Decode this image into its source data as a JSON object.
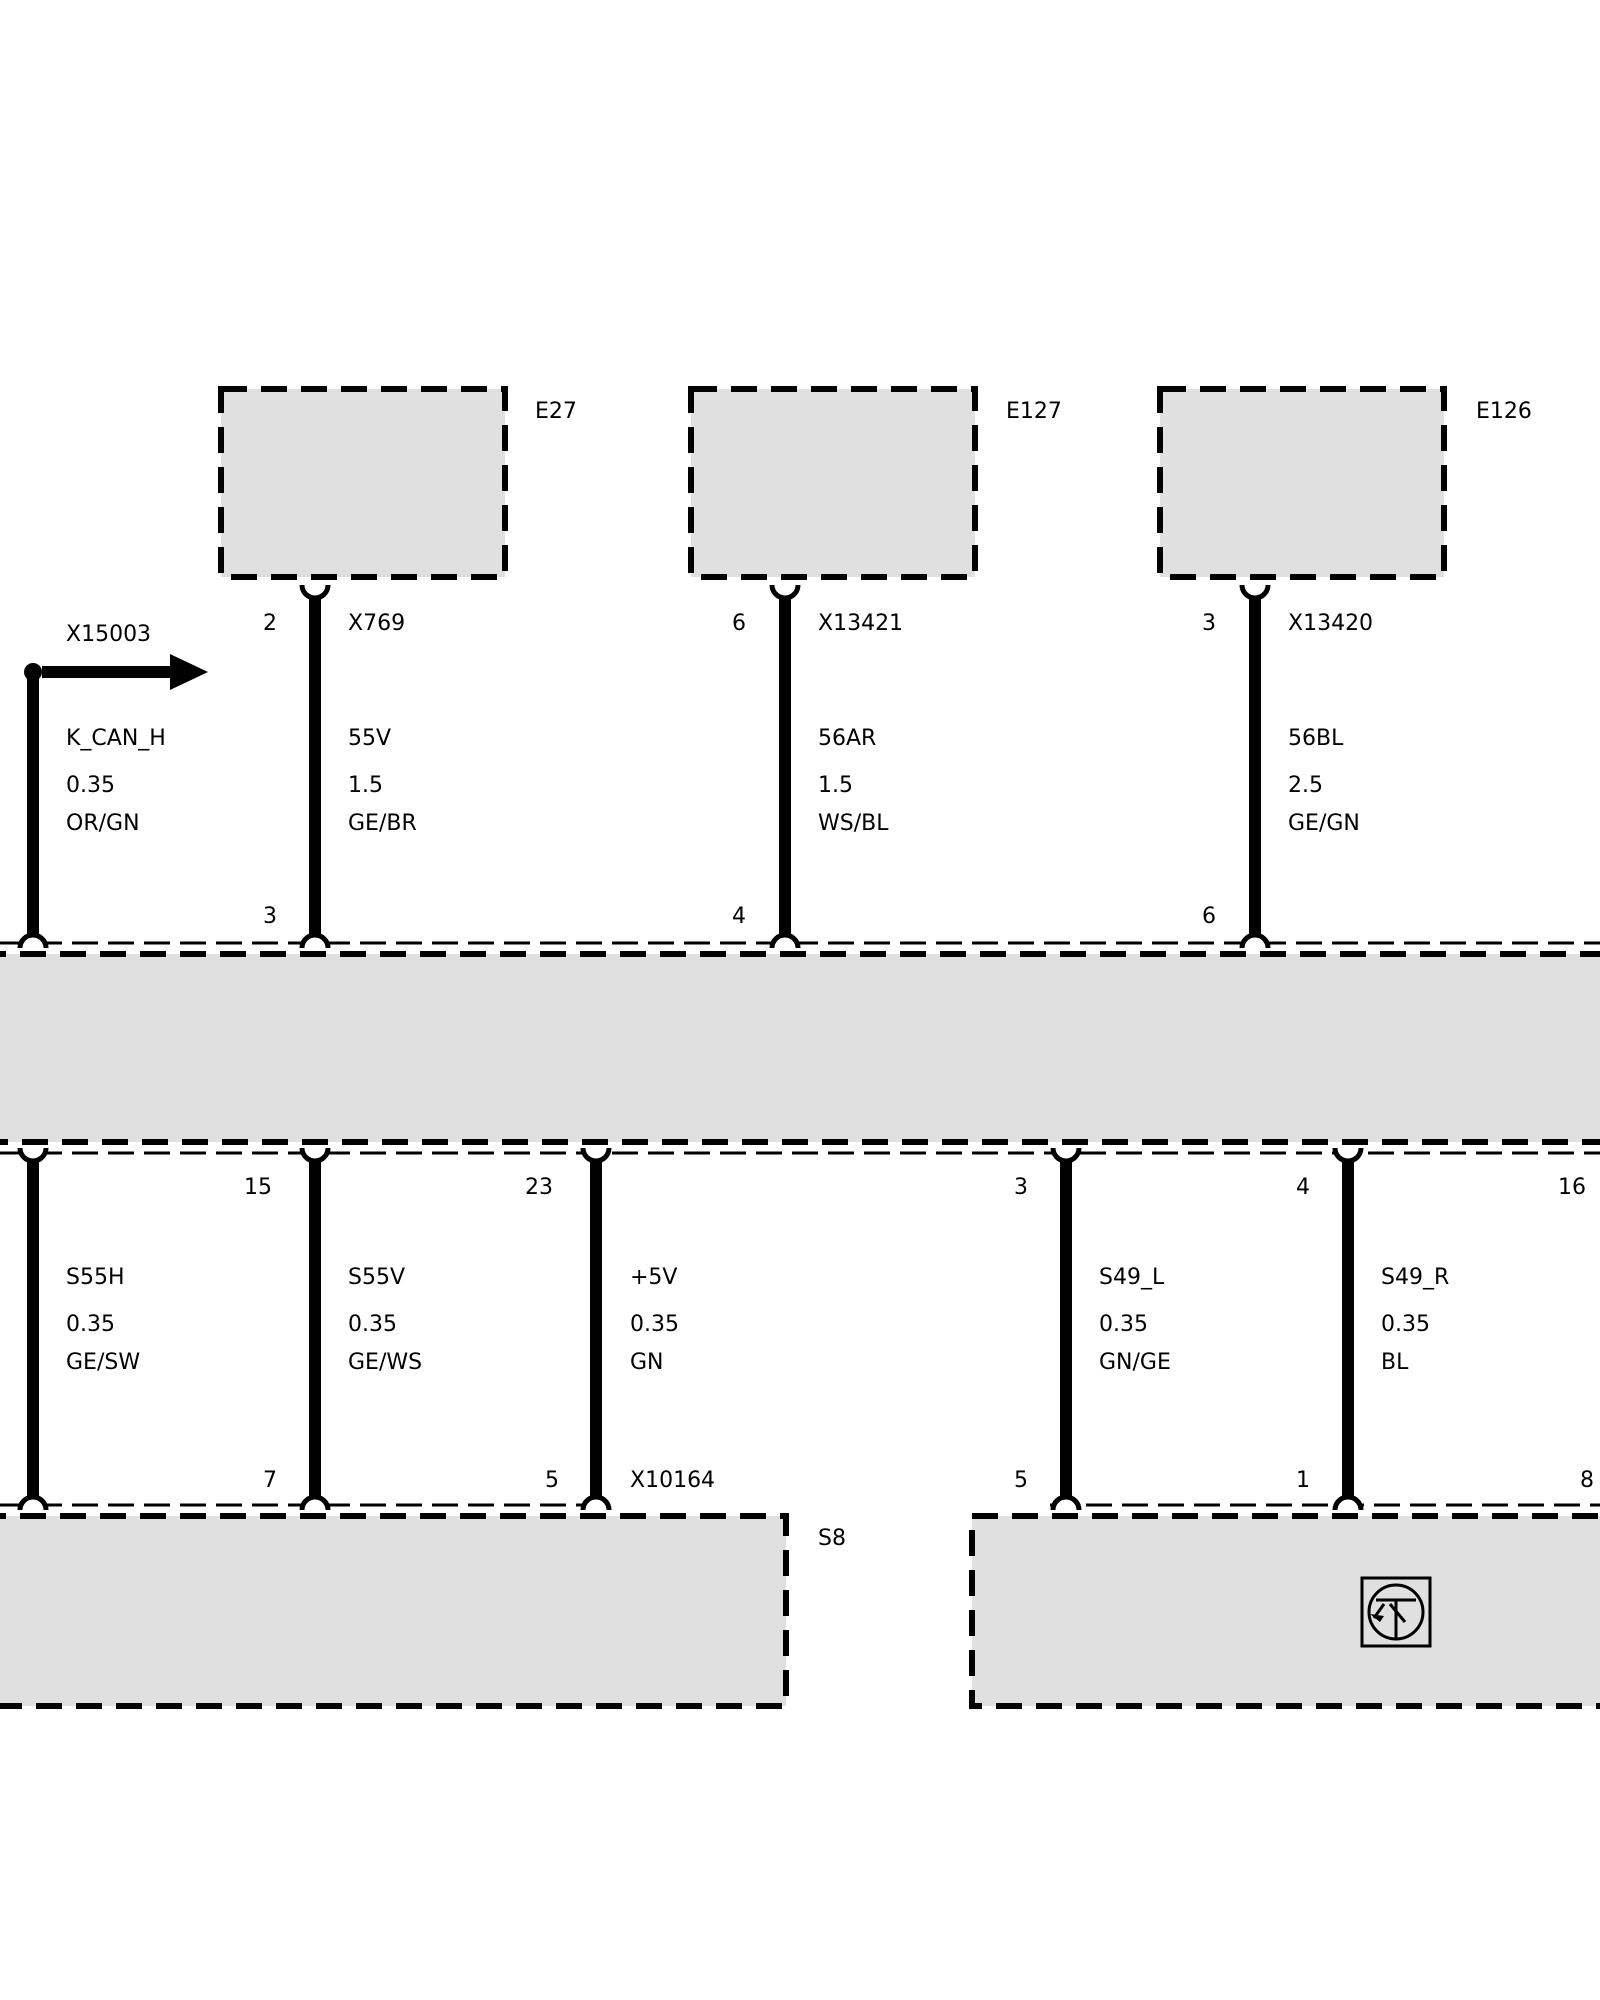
{
  "components": {
    "e27": "E27",
    "e127": "E127",
    "e126": "E126",
    "s8": "S8"
  },
  "connectors": {
    "x15003": "X15003",
    "x769": "X769",
    "x13421": "X13421",
    "x13420": "X13420",
    "x10164": "X10164"
  },
  "top_wires": [
    {
      "pin_top": "",
      "pin_bottom": "",
      "signal": "K_CAN_H",
      "gauge": "0.35",
      "color": "OR/GN"
    },
    {
      "pin_top": "2",
      "pin_bottom": "3",
      "signal": "55V",
      "gauge": "1.5",
      "color": "GE/BR"
    },
    {
      "pin_top": "6",
      "pin_bottom": "4",
      "signal": "56AR",
      "gauge": "1.5",
      "color": "WS/BL"
    },
    {
      "pin_top": "3",
      "pin_bottom": "6",
      "signal": "56BL",
      "gauge": "2.5",
      "color": "GE/GN"
    }
  ],
  "bottom_wires": [
    {
      "pin_top": "",
      "pin_bottom": "",
      "signal": "S55H",
      "gauge": "0.35",
      "color": "GE/SW"
    },
    {
      "pin_top": "15",
      "pin_bottom": "7",
      "signal": "S55V",
      "gauge": "0.35",
      "color": "GE/WS"
    },
    {
      "pin_top": "23",
      "pin_bottom": "5",
      "signal": "+5V",
      "gauge": "0.35",
      "color": "GN"
    },
    {
      "pin_top": "3",
      "pin_bottom": "5",
      "signal": "S49_L",
      "gauge": "0.35",
      "color": "GN/GE"
    },
    {
      "pin_top": "4",
      "pin_bottom": "1",
      "signal": "S49_R",
      "gauge": "0.35",
      "color": "BL"
    }
  ],
  "edge_pins": {
    "bus_right": "16",
    "lower_right": "8"
  },
  "icons": {
    "sensor": "hall-sensor-icon",
    "arrow": "arrow-right-icon"
  },
  "colors": {
    "box_fill": "#e0e0e0",
    "line": "#000000",
    "background": "#ffffff"
  }
}
